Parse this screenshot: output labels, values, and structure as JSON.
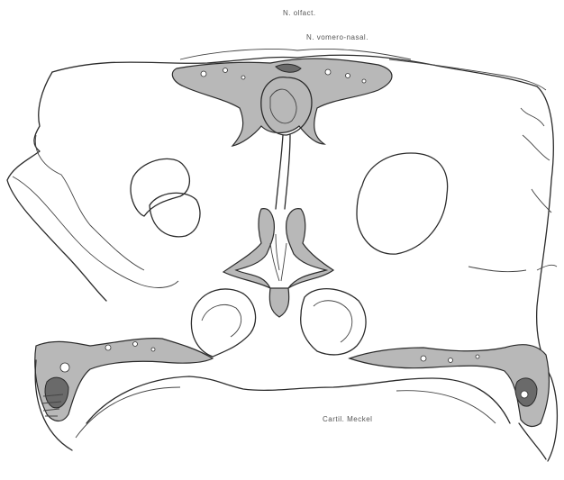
{
  "labels": {
    "top_label_1": "N. olfact.",
    "top_label_2": "N. vomero-nasal.",
    "bottom_label": "Cartil. Meckel"
  }
}
